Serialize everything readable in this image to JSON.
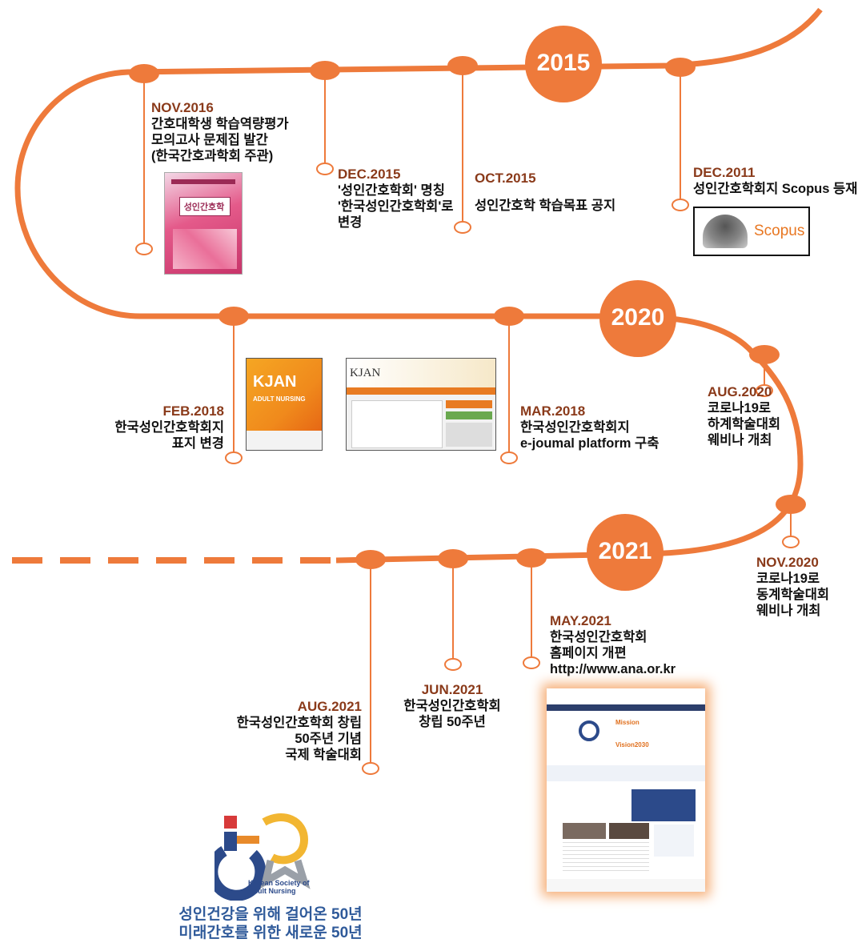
{
  "colors": {
    "path": "#ee7a3b",
    "date": "#8a3a1a",
    "text": "#111111",
    "slogan": "#2f5a9a"
  },
  "years": [
    "2015",
    "2020",
    "2021"
  ],
  "events": [
    {
      "date": "NOV.2016",
      "desc": "간호대학생 학습역량평가\n모의고사 문제집 발간\n(한국간호과학회 주관)"
    },
    {
      "date": "DEC.2015",
      "desc": "'성인간호학회' 명칭\n'한국성인간호학회'로\n변경"
    },
    {
      "date": "OCT.2015",
      "desc": "성인간호학 학습목표 공지"
    },
    {
      "date": "DEC.2011",
      "desc": "성인간호학회지 Scopus 등재"
    },
    {
      "date": "FEB.2018",
      "desc": "한국성인간호학회지\n표지 변경"
    },
    {
      "date": "MAR.2018",
      "desc": "한국성인간호학회지\ne-joumal platform 구축"
    },
    {
      "date": "AUG.2020",
      "desc": "코로나19로\n하계학술대회\n웨비나 개최"
    },
    {
      "date": "NOV.2020",
      "desc": "코로나19로\n동계학술대회\n웨비나 개최"
    },
    {
      "date": "MAY.2021",
      "desc": "한국성인간호학회\n홈페이지 개편\nhttp://www.ana.or.kr"
    },
    {
      "date": "JUN.2021",
      "desc": "한국성인간호학회\n창립 50주년"
    },
    {
      "date": "AUG.2021",
      "desc": "한국성인간호학회 창립\n50주년 기념\n국제 학술대회"
    }
  ],
  "images": {
    "book": {
      "title": "성인간호학",
      "icon": "textbook-cover-image"
    },
    "scopus": {
      "label": "Scopus",
      "icon": "scopus-logo"
    },
    "kjan_cover": {
      "title": "KJAN",
      "subtitle": "ADULT NURSING",
      "icon": "journal-cover-image"
    },
    "kjan_site": {
      "title": "KJAN",
      "icon": "journal-website-screenshot"
    },
    "homepage": {
      "heading1": "Mission",
      "heading2": "Vision2030",
      "icon": "homepage-screenshot"
    }
  },
  "logo": {
    "name": "Korean Society of\nAdult Nursing",
    "slogan": "성인건강을 위해 걸어온 50년\n미래간호를 위한 새로운 50년",
    "icon": "50th-anniversary-logo"
  }
}
